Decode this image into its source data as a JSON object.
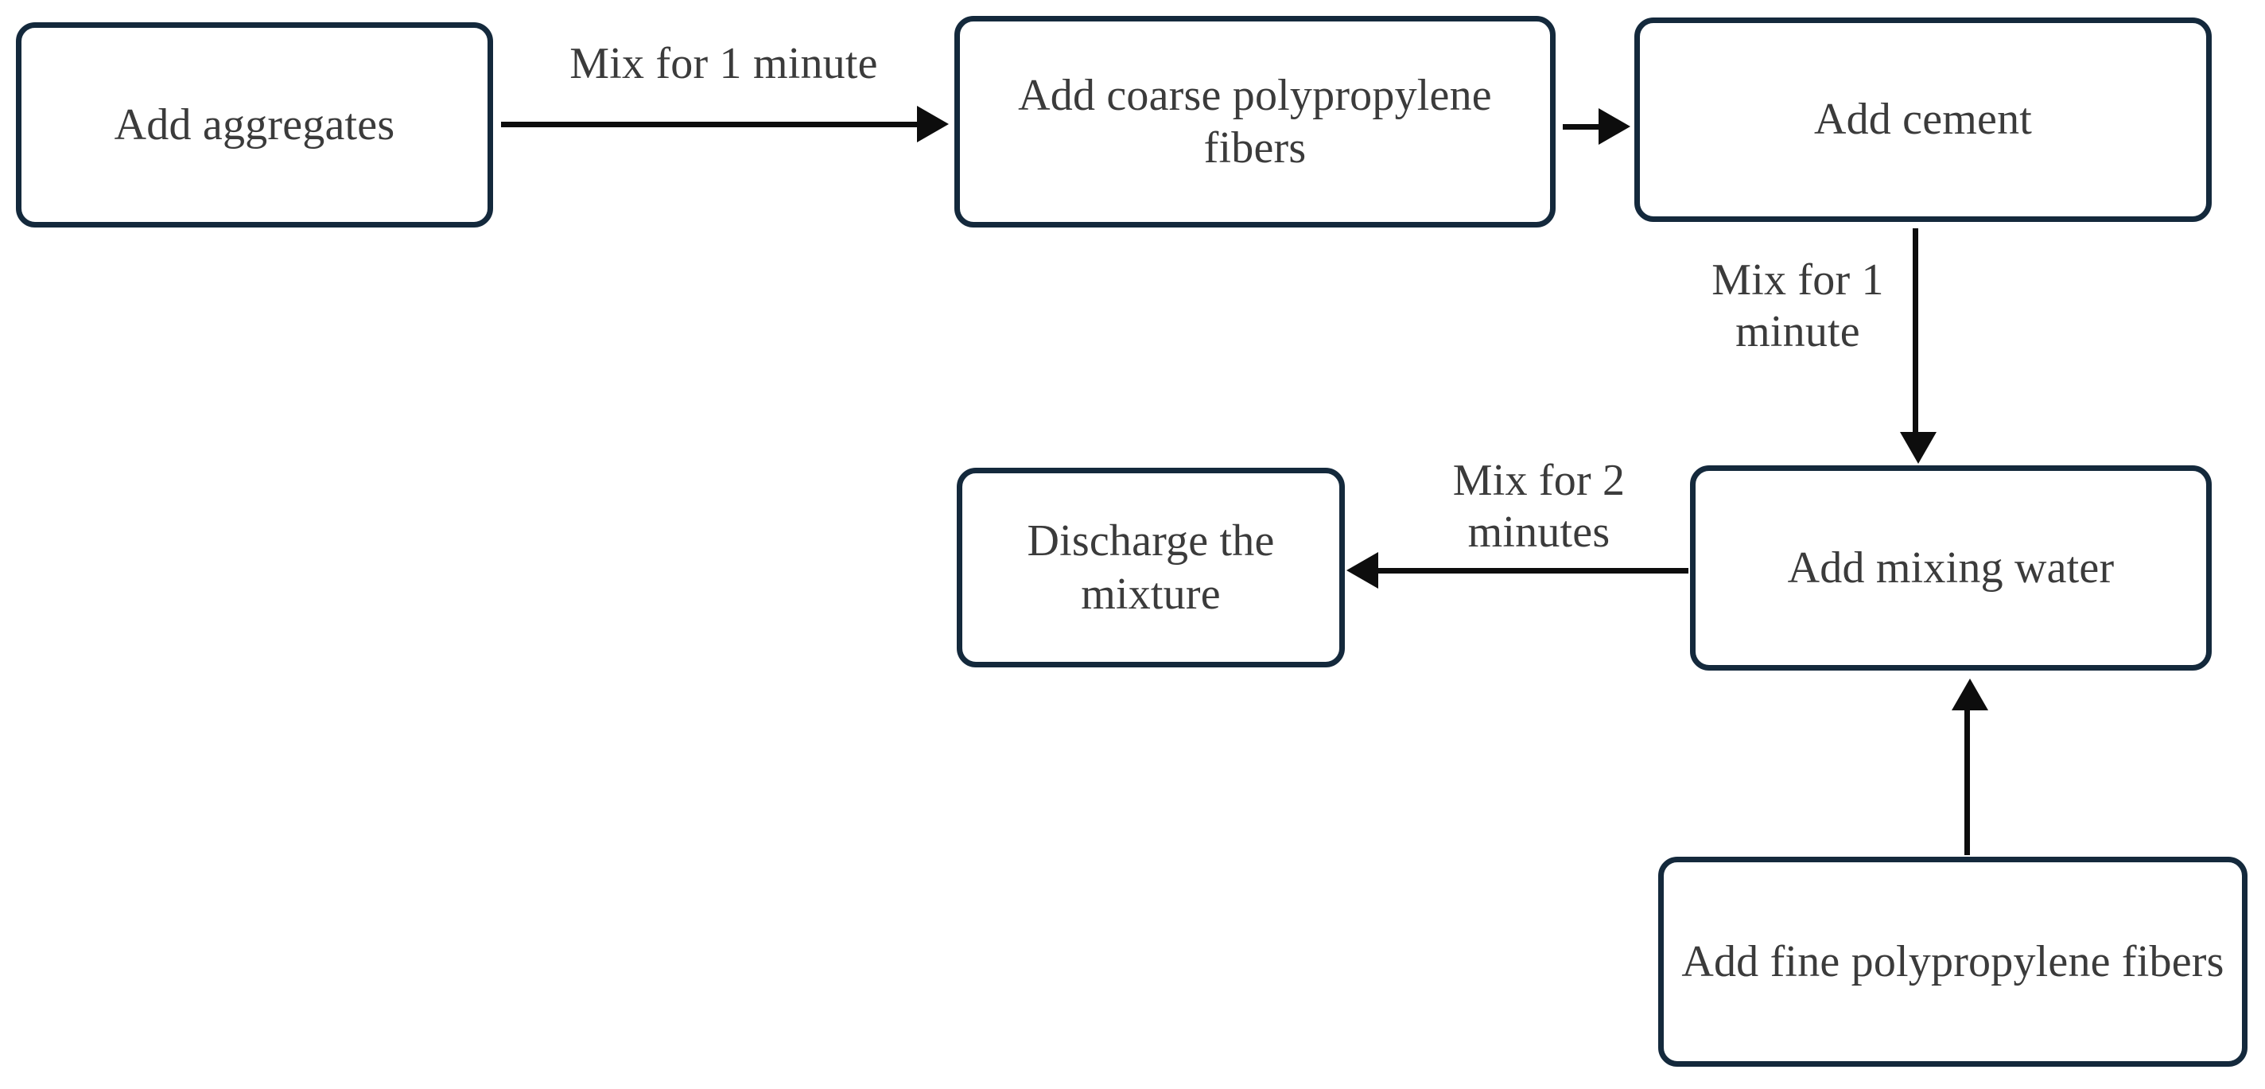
{
  "diagram": {
    "title": "Concrete mixing procedure flowchart",
    "colors": {
      "node_border": "#14293c",
      "node_fill": "#ffffff",
      "node_text": "#3b3b3b",
      "arrow": "#0d0d0d",
      "background": "#ffffff"
    },
    "nodes": [
      {
        "id": "add-aggregates",
        "label": "Add aggregates"
      },
      {
        "id": "add-coarse-fibers",
        "label": "Add coarse\npolypropylene fibers"
      },
      {
        "id": "add-cement",
        "label": "Add cement"
      },
      {
        "id": "add-mixing-water",
        "label": "Add mixing water"
      },
      {
        "id": "discharge-mixture",
        "label": "Discharge the\nmixture"
      },
      {
        "id": "add-fine-fibers",
        "label": "Add fine\npolypropylene fibers"
      }
    ],
    "edges": [
      {
        "id": "edge1",
        "from": "add-aggregates",
        "to": "add-coarse-fibers",
        "direction": "right",
        "label": "Mix for 1 minute"
      },
      {
        "id": "edge2",
        "from": "add-coarse-fibers",
        "to": "add-cement",
        "direction": "right",
        "label": ""
      },
      {
        "id": "edge3",
        "from": "add-cement",
        "to": "add-mixing-water",
        "direction": "down",
        "label": "Mix for 1\nminute"
      },
      {
        "id": "edge4",
        "from": "add-mixing-water",
        "to": "discharge-mixture",
        "direction": "left",
        "label": "Mix for 2\nminutes"
      },
      {
        "id": "edge5",
        "from": "add-fine-fibers",
        "to": "add-mixing-water",
        "direction": "up",
        "label": ""
      }
    ]
  }
}
